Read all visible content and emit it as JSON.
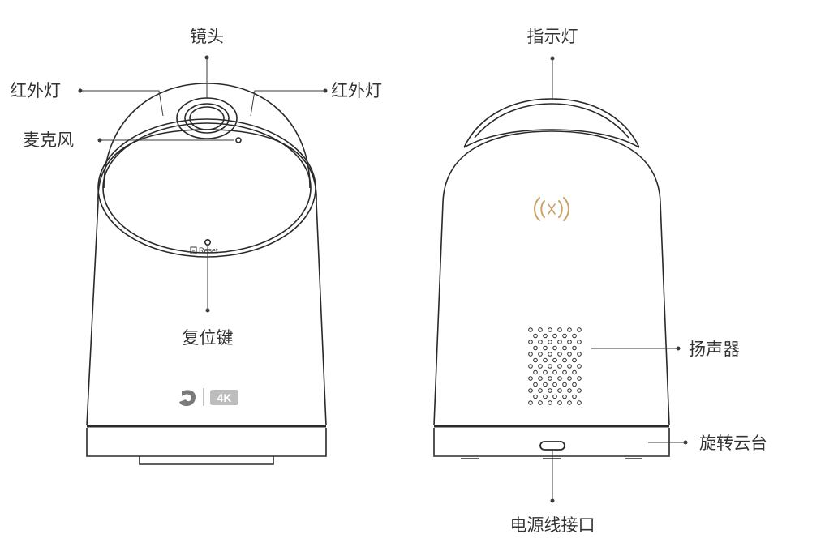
{
  "front_view": {
    "labels": {
      "lens": "镜头",
      "ir_left": "红外灯",
      "ir_right": "红外灯",
      "microphone": "麦克风",
      "reset_key": "复位键"
    },
    "reset_text": "Reset",
    "badge_text": "4K"
  },
  "back_view": {
    "labels": {
      "indicator": "指示灯",
      "speaker": "扬声器",
      "gimbal": "旋转云台",
      "power_port": "电源线接口"
    }
  },
  "colors": {
    "line": "#2a2a2a",
    "text": "#333333",
    "nfc_accent": "#c9a46a",
    "badge_bg": "#bdbdbd"
  },
  "icons": [
    "reset-key-icon",
    "brand-logo-icon",
    "nfc-icon"
  ]
}
